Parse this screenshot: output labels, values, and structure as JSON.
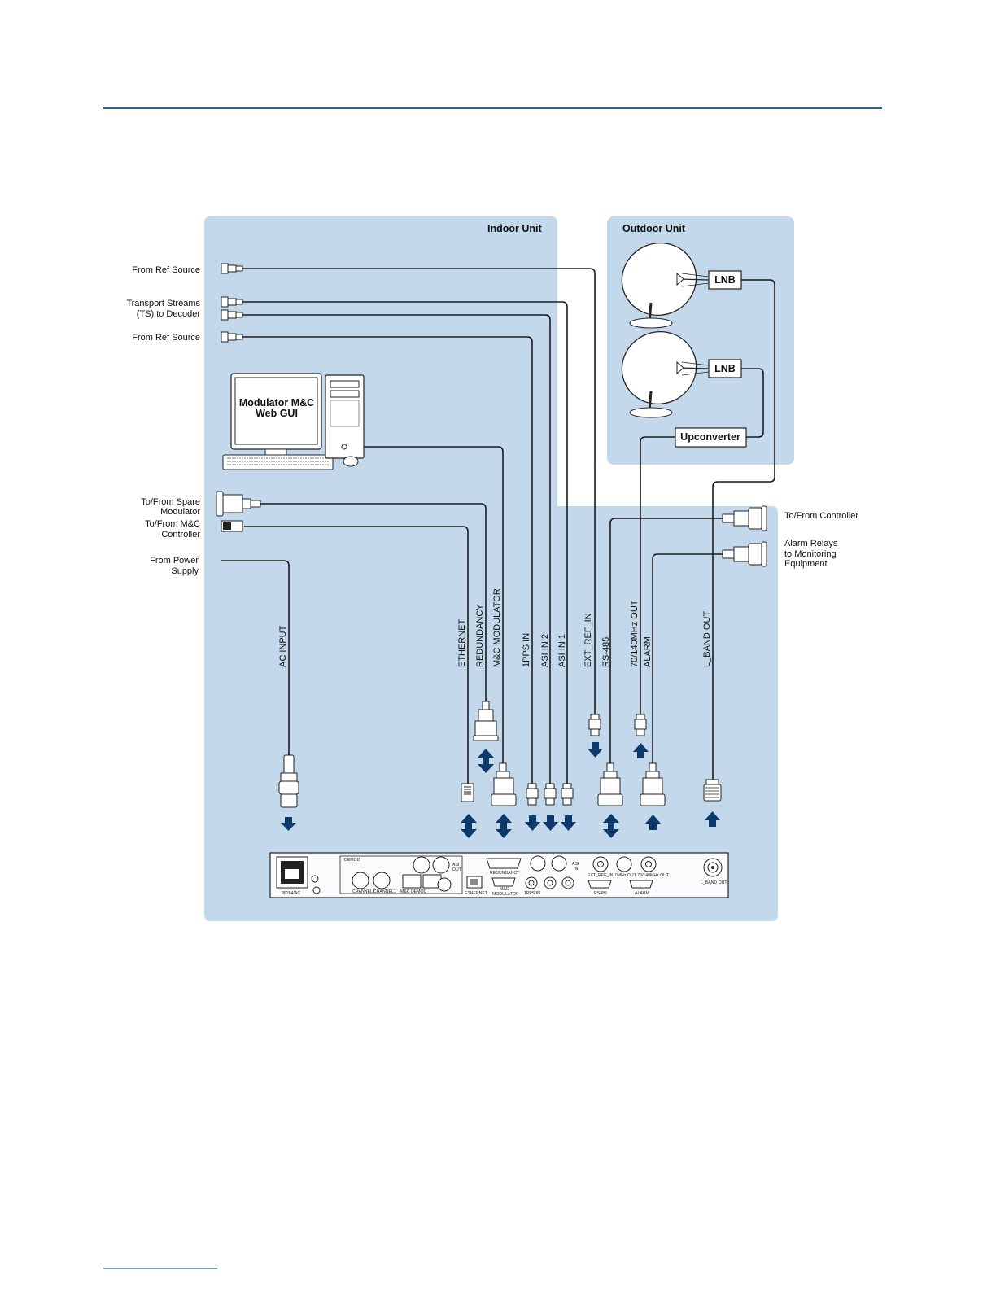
{
  "regions": {
    "indoor_title": "Indoor Unit",
    "outdoor_title": "Outdoor Unit"
  },
  "left_labels": {
    "ref_source_1": "From Ref Source",
    "transport_line1": "Transport Streams",
    "transport_line2": "(TS) to Decoder",
    "ref_source_2": "From Ref Source",
    "spare_line1": "To/From  Spare",
    "spare_line2": "Modulator",
    "mc_line1": "To/From  M&C",
    "mc_line2": "Controller",
    "power_line1": "From Power",
    "power_line2": "Supply"
  },
  "right_labels": {
    "controller": "To/From Controller",
    "alarm_line1": "Alarm Relays",
    "alarm_line2": "to Monitoring",
    "alarm_line3": "Equipment"
  },
  "computer": {
    "screen_line1": "Modulator M&C",
    "screen_line2": "Web GUI"
  },
  "outdoor": {
    "lnb_1": "LNB",
    "lnb_2": "LNB",
    "upconverter": "Upconverter"
  },
  "ports": {
    "ac_input": "AC INPUT",
    "ethernet": "ETHERNET",
    "redundancy": "REDUNDANCY",
    "mc_modulator": "M&C MODULATOR",
    "pps_in": "1PPS IN",
    "asi_in_2": "ASI IN 2",
    "asi_in_1": "ASI IN 1",
    "ext_ref_in": "EXT_REF_IN",
    "rs485": "RS-485",
    "if_out": "70/140MHz OUT",
    "alarm": "ALARM",
    "l_band_out": "L_BAND OUT"
  },
  "panel": {
    "psu": "85264/AC",
    "demod": "DEMOD",
    "channel2": "CHANNEL2",
    "channel1": "CHANNEL1",
    "mc_demod": "M&C DEMOD",
    "asi_out": "ASI",
    "asi_out2": "OUT",
    "ethernet": "ETHERNET",
    "mc_modulator_1": "M&C",
    "mc_modulator_2": "MODULATOR",
    "redundancy": "REDUNDANCY",
    "pps_in": "1PPS IN",
    "asi_in": "ASI",
    "asi_in2": "IN",
    "ext_ref_in": "EXT_REF_IN",
    "rs485": "RS485",
    "if_out": "10MHz OUT 70/140MHz OUT",
    "alarm": "ALARM",
    "l_band_out": "L_BAND OUT"
  },
  "colors": {
    "region_fill": "#c3d8eb",
    "arrow": "#0b3a6b",
    "header_rule": "#2b5f86"
  }
}
